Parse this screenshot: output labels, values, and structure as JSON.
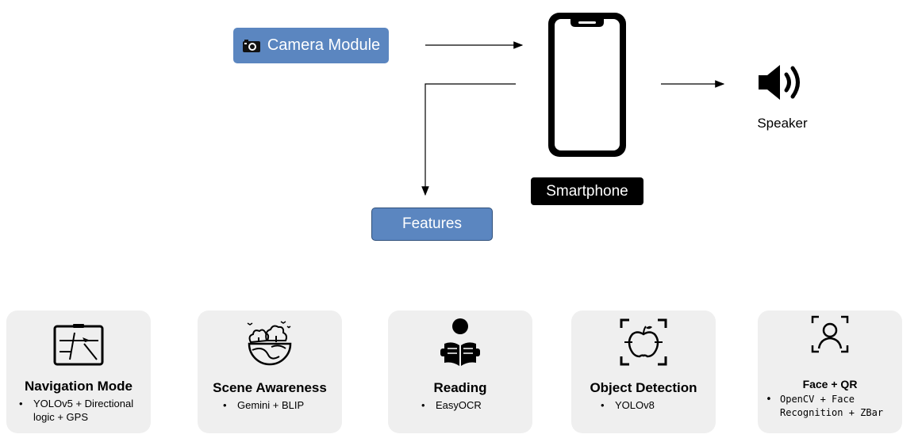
{
  "top": {
    "camera_module": "Camera Module",
    "features": "Features",
    "smartphone": "Smartphone",
    "speaker": "Speaker"
  },
  "cards": [
    {
      "title": "Navigation Mode",
      "bullet": "YOLOv5 + Directional logic + GPS",
      "icon": "map-navigation-icon"
    },
    {
      "title": "Scene Awareness",
      "bullet": "Gemini + BLIP",
      "icon": "landscape-scene-icon"
    },
    {
      "title": "Reading",
      "bullet": "EasyOCR",
      "icon": "person-reading-icon"
    },
    {
      "title": "Object Detection",
      "bullet": "YOLOv8",
      "icon": "apple-detection-icon"
    },
    {
      "title": "Face + QR",
      "bullet": "OpenCV + Face Recognition + ZBar",
      "icon": "face-scan-icon"
    }
  ],
  "colors": {
    "box_blue": "#5b86c0",
    "card_bg": "#efefef"
  }
}
